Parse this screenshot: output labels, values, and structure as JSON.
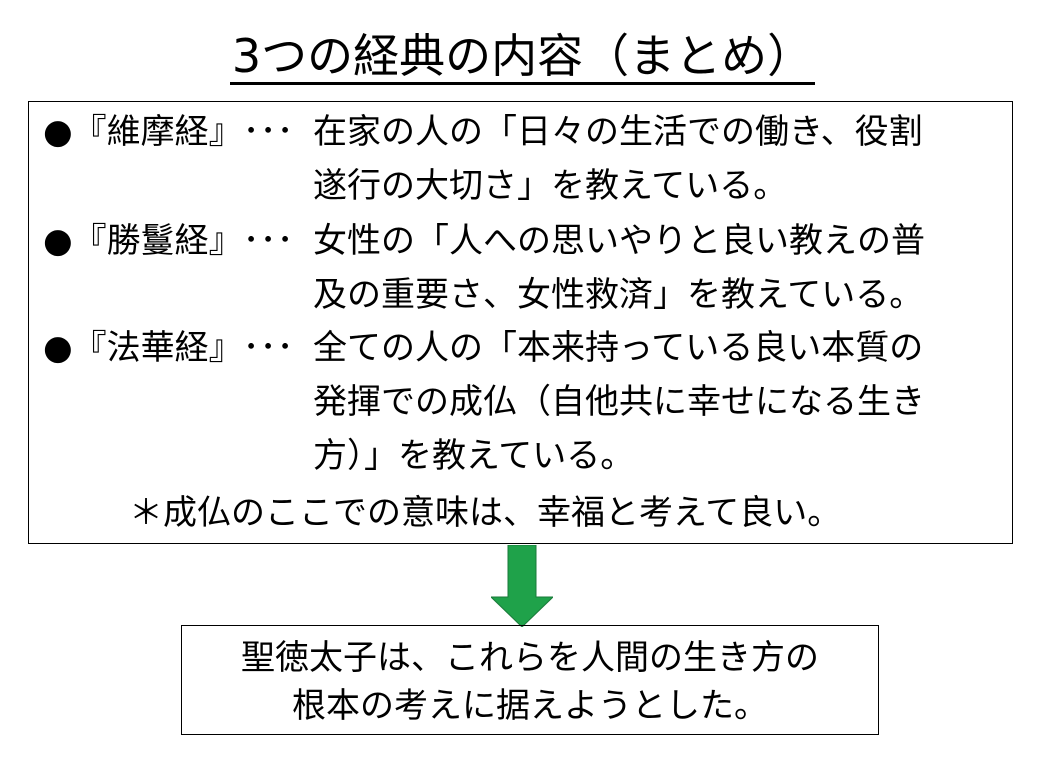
{
  "title": "3つの経典の内容（まとめ）",
  "entries": [
    {
      "head": "●『維摩経』･･･",
      "lines": [
        "在家の人の「日々の生活での働き、役割",
        "遂行の大切さ」を教えている。"
      ]
    },
    {
      "head": "●『勝鬘経』･･･",
      "lines": [
        "女性の「人への思いやりと良い教えの普",
        "及の重要さ、女性救済」を教えている。"
      ]
    },
    {
      "head": "●『法華経』･･･",
      "lines": [
        "全ての人の「本来持っている良い本質の",
        "発揮での成仏（自他共に幸せになる生き",
        "方）」を教えている。"
      ]
    }
  ],
  "note": "＊成仏のここでの意味は、幸福と考えて良い。",
  "conclusion": {
    "line1": "聖徳太子は、これらを人間の生き方の",
    "line2": "根本の考えに据えようとした。"
  },
  "colors": {
    "arrow": "#1fa24a",
    "border": "#000000"
  }
}
